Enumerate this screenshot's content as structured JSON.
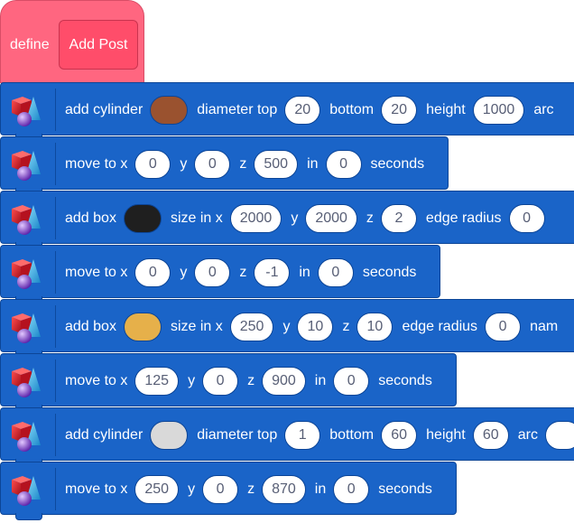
{
  "define_block": {
    "label": "define",
    "name": "Add Post"
  },
  "colors": {
    "block": "#1a64c8",
    "block_border": "#0c4597",
    "hat": "#ff6680",
    "hat_inner": "#ff4d6a"
  },
  "blocks": [
    {
      "type": "add-cylinder",
      "icon": "shapes-extension-icon",
      "parts": [
        {
          "t": "text",
          "v": "add cylinder"
        },
        {
          "t": "color",
          "v": "#9a522f"
        },
        {
          "t": "text",
          "v": "diameter top"
        },
        {
          "t": "num",
          "v": "20"
        },
        {
          "t": "text",
          "v": "bottom"
        },
        {
          "t": "num",
          "v": "20"
        },
        {
          "t": "text",
          "v": "height"
        },
        {
          "t": "num",
          "v": "1000"
        },
        {
          "t": "text",
          "v": "arc"
        }
      ]
    },
    {
      "type": "move-to",
      "icon": "shapes-extension-icon",
      "parts": [
        {
          "t": "text",
          "v": "move to x"
        },
        {
          "t": "num",
          "v": "0"
        },
        {
          "t": "text",
          "v": "y"
        },
        {
          "t": "num",
          "v": "0"
        },
        {
          "t": "text",
          "v": "z"
        },
        {
          "t": "num",
          "v": "500"
        },
        {
          "t": "text",
          "v": "in"
        },
        {
          "t": "num",
          "v": "0"
        },
        {
          "t": "text",
          "v": "seconds"
        }
      ]
    },
    {
      "type": "add-box",
      "icon": "shapes-extension-icon",
      "parts": [
        {
          "t": "text",
          "v": "add box"
        },
        {
          "t": "color",
          "v": "#1f1f1f"
        },
        {
          "t": "text",
          "v": "size in x"
        },
        {
          "t": "num",
          "v": "2000"
        },
        {
          "t": "text",
          "v": "y"
        },
        {
          "t": "num",
          "v": "2000"
        },
        {
          "t": "text",
          "v": "z"
        },
        {
          "t": "num",
          "v": "2"
        },
        {
          "t": "text",
          "v": "edge radius"
        },
        {
          "t": "num",
          "v": "0"
        }
      ]
    },
    {
      "type": "move-to",
      "icon": "shapes-extension-icon",
      "parts": [
        {
          "t": "text",
          "v": "move to x"
        },
        {
          "t": "num",
          "v": "0"
        },
        {
          "t": "text",
          "v": "y"
        },
        {
          "t": "num",
          "v": "0"
        },
        {
          "t": "text",
          "v": "z"
        },
        {
          "t": "num",
          "v": "-1"
        },
        {
          "t": "text",
          "v": "in"
        },
        {
          "t": "num",
          "v": "0"
        },
        {
          "t": "text",
          "v": "seconds"
        }
      ]
    },
    {
      "type": "add-box",
      "icon": "shapes-extension-icon",
      "parts": [
        {
          "t": "text",
          "v": "add box"
        },
        {
          "t": "color",
          "v": "#e6b04a"
        },
        {
          "t": "text",
          "v": "size in x"
        },
        {
          "t": "num",
          "v": "250"
        },
        {
          "t": "text",
          "v": "y"
        },
        {
          "t": "num",
          "v": "10"
        },
        {
          "t": "text",
          "v": "z"
        },
        {
          "t": "num",
          "v": "10"
        },
        {
          "t": "text",
          "v": "edge radius"
        },
        {
          "t": "num",
          "v": "0"
        },
        {
          "t": "text",
          "v": "nam"
        }
      ]
    },
    {
      "type": "move-to",
      "icon": "shapes-extension-icon",
      "parts": [
        {
          "t": "text",
          "v": "move to x"
        },
        {
          "t": "num",
          "v": "125"
        },
        {
          "t": "text",
          "v": "y"
        },
        {
          "t": "num",
          "v": "0"
        },
        {
          "t": "text",
          "v": "z"
        },
        {
          "t": "num",
          "v": "900"
        },
        {
          "t": "text",
          "v": "in"
        },
        {
          "t": "num",
          "v": "0"
        },
        {
          "t": "text",
          "v": "seconds"
        }
      ]
    },
    {
      "type": "add-cylinder",
      "icon": "shapes-extension-icon",
      "parts": [
        {
          "t": "text",
          "v": "add cylinder"
        },
        {
          "t": "color",
          "v": "#d9d9d9"
        },
        {
          "t": "text",
          "v": "diameter top"
        },
        {
          "t": "num",
          "v": "1"
        },
        {
          "t": "text",
          "v": "bottom"
        },
        {
          "t": "num",
          "v": "60"
        },
        {
          "t": "text",
          "v": "height"
        },
        {
          "t": "num",
          "v": "60"
        },
        {
          "t": "text",
          "v": "arc"
        },
        {
          "t": "num",
          "v": ""
        }
      ]
    },
    {
      "type": "move-to",
      "icon": "shapes-extension-icon",
      "parts": [
        {
          "t": "text",
          "v": "move to x"
        },
        {
          "t": "num",
          "v": "250"
        },
        {
          "t": "text",
          "v": "y"
        },
        {
          "t": "num",
          "v": "0"
        },
        {
          "t": "text",
          "v": "z"
        },
        {
          "t": "num",
          "v": "870"
        },
        {
          "t": "text",
          "v": "in"
        },
        {
          "t": "num",
          "v": "0"
        },
        {
          "t": "text",
          "v": "seconds"
        }
      ]
    }
  ]
}
